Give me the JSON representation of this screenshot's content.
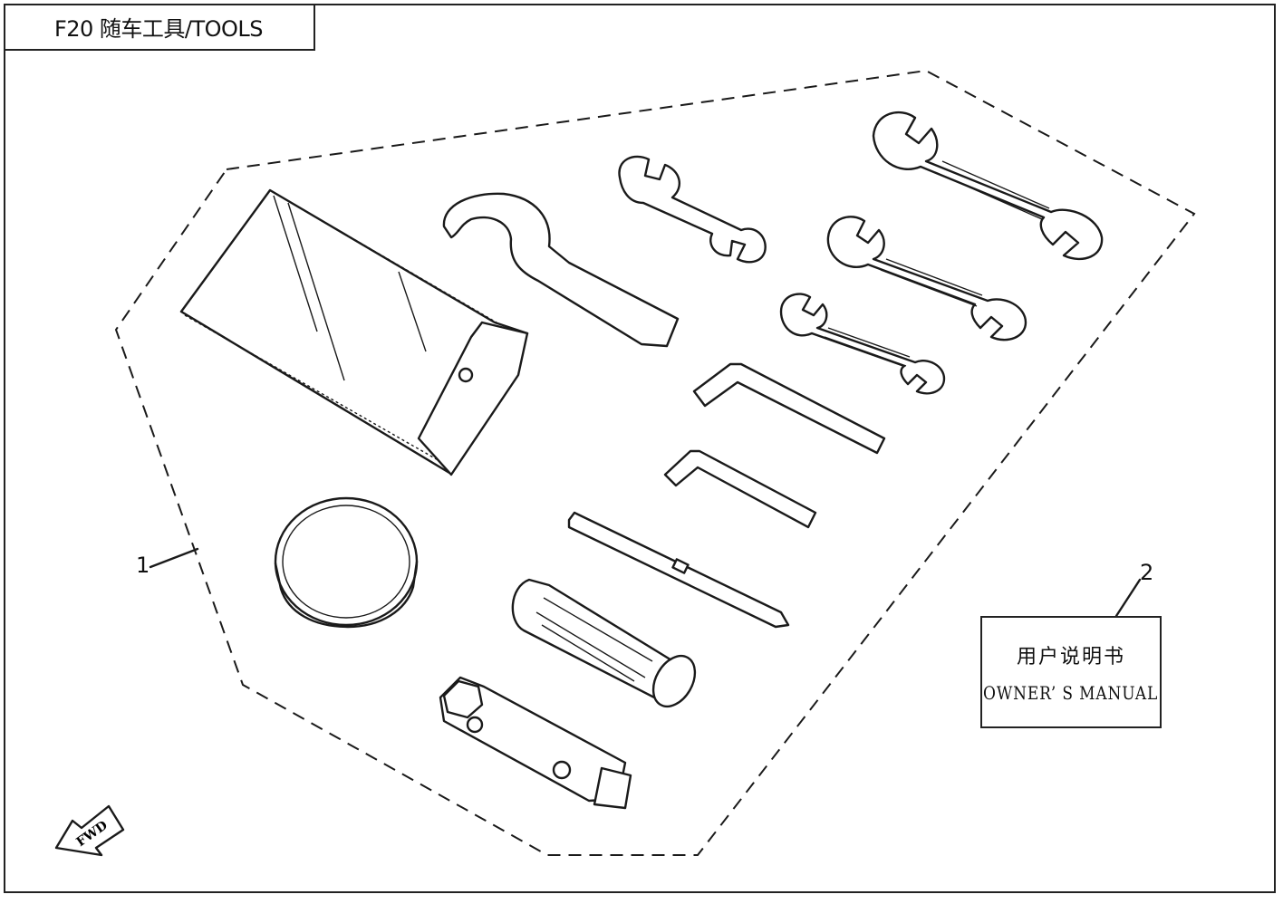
{
  "title": "F20 随车工具/TOOLS",
  "callouts": [
    {
      "number": "1"
    },
    {
      "number": "2"
    }
  ],
  "manual": {
    "chinese": "用户说明书",
    "english": "OWNER’ S  MANUAL"
  },
  "fwd_label": "FWD"
}
